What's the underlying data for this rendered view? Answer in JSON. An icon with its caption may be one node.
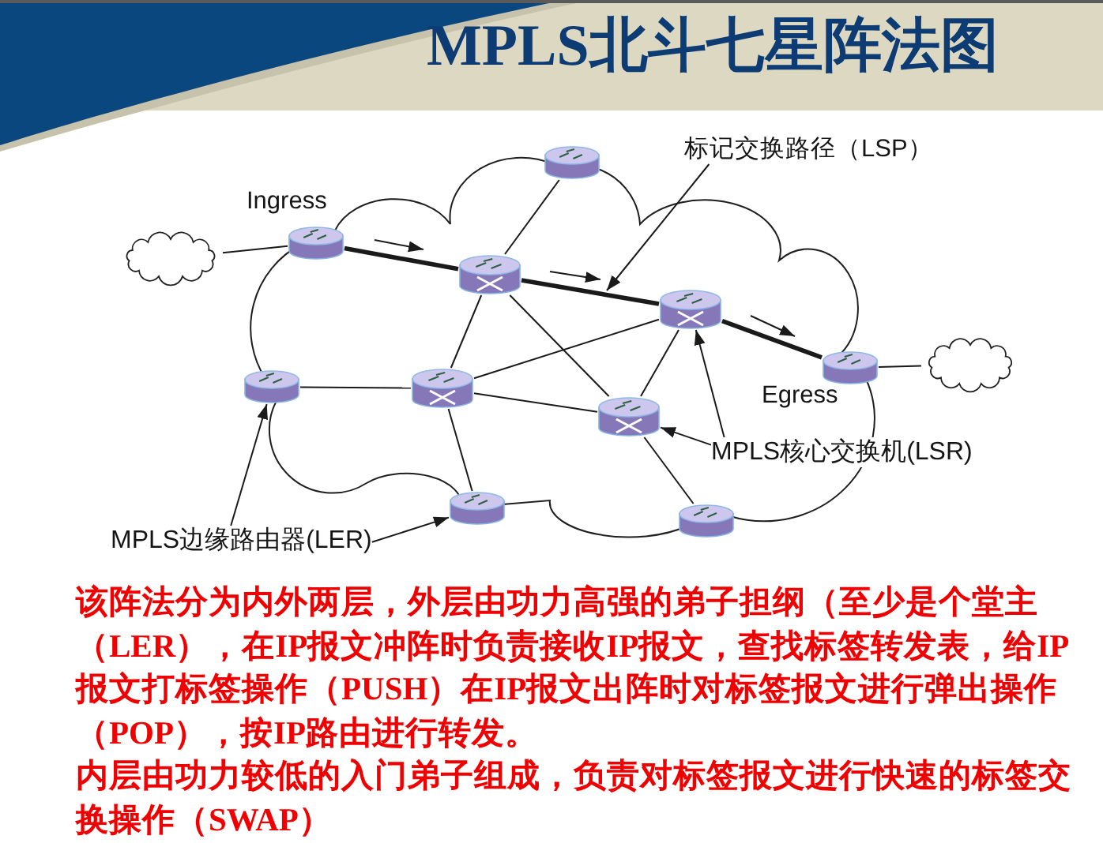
{
  "diagram": {
    "title": "MPLS北斗七星阵法图",
    "nodes": [
      {
        "text": [
          "标记交换路径（LSP）"
        ]
      },
      {
        "text": [],
        "shape": "cylinder"
      },
      {
        "text": [],
        "shape": "cylinder",
        "beside": [
          "Ingress"
        ]
      },
      {
        "text": [],
        "shape": "cloud"
      },
      {
        "text": [],
        "shape": "cylinder"
      },
      {
        "text": [],
        "shape": "cylinder"
      },
      {
        "text": [],
        "shape": "cylinder",
        "beside": [
          "Egress"
        ]
      },
      {
        "text": [],
        "shape": "cloud"
      },
      {
        "text": [],
        "shape": "cylinder"
      },
      {
        "text": [],
        "shape": "cylinder"
      },
      {
        "text": [],
        "shape": "cylinder"
      },
      {
        "text": [
          "MPLS核心交换机(LSR)"
        ]
      },
      {
        "text": [],
        "shape": "cylinder"
      },
      {
        "text": [],
        "shape": "cylinder"
      },
      {
        "text": [
          "MPLS边缘路由器(LER)"
        ]
      }
    ],
    "edges": [
      {
        "from": 3,
        "to": 2,
        "arrow": "none"
      },
      {
        "from": 2,
        "to": 4,
        "arrow": "none",
        "style": "thick"
      },
      {
        "from": 4,
        "to": 5,
        "arrow": "none",
        "style": "thick"
      },
      {
        "from": 5,
        "to": 6,
        "arrow": "none",
        "style": "thick"
      },
      {
        "from": 6,
        "to": 7,
        "arrow": "none"
      },
      {
        "from": 1,
        "to": 4,
        "arrow": "none"
      },
      {
        "from": 4,
        "to": 9,
        "arrow": "none"
      },
      {
        "from": 4,
        "to": 10,
        "arrow": "none"
      },
      {
        "from": 8,
        "to": 9,
        "arrow": "none"
      },
      {
        "from": 9,
        "to": 5,
        "arrow": "none"
      },
      {
        "from": 9,
        "to": 10,
        "arrow": "none"
      },
      {
        "from": 9,
        "to": 12,
        "arrow": "none"
      },
      {
        "from": 5,
        "to": 10,
        "arrow": "none"
      },
      {
        "from": 10,
        "to": 13,
        "arrow": "none"
      },
      {
        "from": 0,
        "to": null,
        "arrow": "to"
      },
      {
        "from": 11,
        "to": 5,
        "arrow": "to"
      },
      {
        "from": 11,
        "to": 10,
        "arrow": "to"
      },
      {
        "from": 14,
        "to": 8,
        "arrow": "to"
      },
      {
        "from": 14,
        "to": 12,
        "arrow": "to"
      }
    ],
    "labels": [
      "该阵法分为内外两层，外层由功力高强的弟子担纲（至少是个堂主（LER），在IP报文冲阵时负责接收IP报文，查找标签转发表，给IP报文打标签操作（PUSH）在IP报文出阵时对标签报文进行弹出操作（POP），按IP路由进行转发。",
      "内层由功力较低的入门弟子组成，负责对标签报文进行快速的标签交换操作（SWAP）"
    ]
  }
}
